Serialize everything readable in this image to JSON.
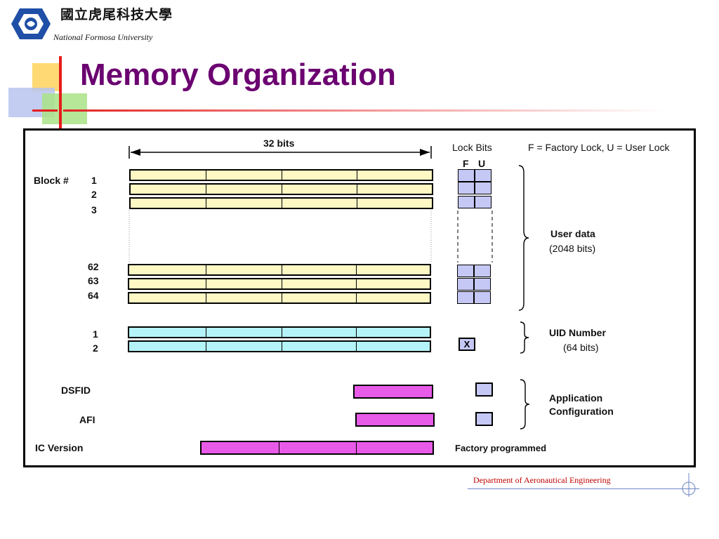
{
  "header": {
    "logo_cn": "國立虎尾科技大學",
    "logo_en": "National Formosa University"
  },
  "slide": {
    "title": "Memory Organization"
  },
  "diagram": {
    "bits_label": "32 bits",
    "lock_bits_label": "Lock Bits",
    "lock_legend": "F = Factory Lock, U = User Lock",
    "lock_f": "F",
    "lock_u": "U",
    "block_label": "Block #",
    "block_nums": [
      "1",
      "2",
      "3",
      "62",
      "63",
      "64"
    ],
    "uid_nums": [
      "1",
      "2"
    ],
    "user_data": "User data",
    "user_data_bits": "(2048 bits)",
    "uid_number": "UID Number",
    "uid_bits": "(64 bits)",
    "uid_lock_mark": "X",
    "dsfid": "DSFID",
    "afi": "AFI",
    "ic_version": "IC Version",
    "app_config_1": "Application",
    "app_config_2": "Configuration",
    "factory_programmed": "Factory programmed"
  },
  "footer": {
    "department": "Department of Aeronautical Engineering"
  },
  "colors": {
    "title": "#6b0070",
    "user_block": "#fdf8c4",
    "uid_block": "#b4f3f7",
    "config_block": "#e85ae8",
    "lock_cell": "#c5c8f4",
    "footer_text": "#c00000"
  }
}
